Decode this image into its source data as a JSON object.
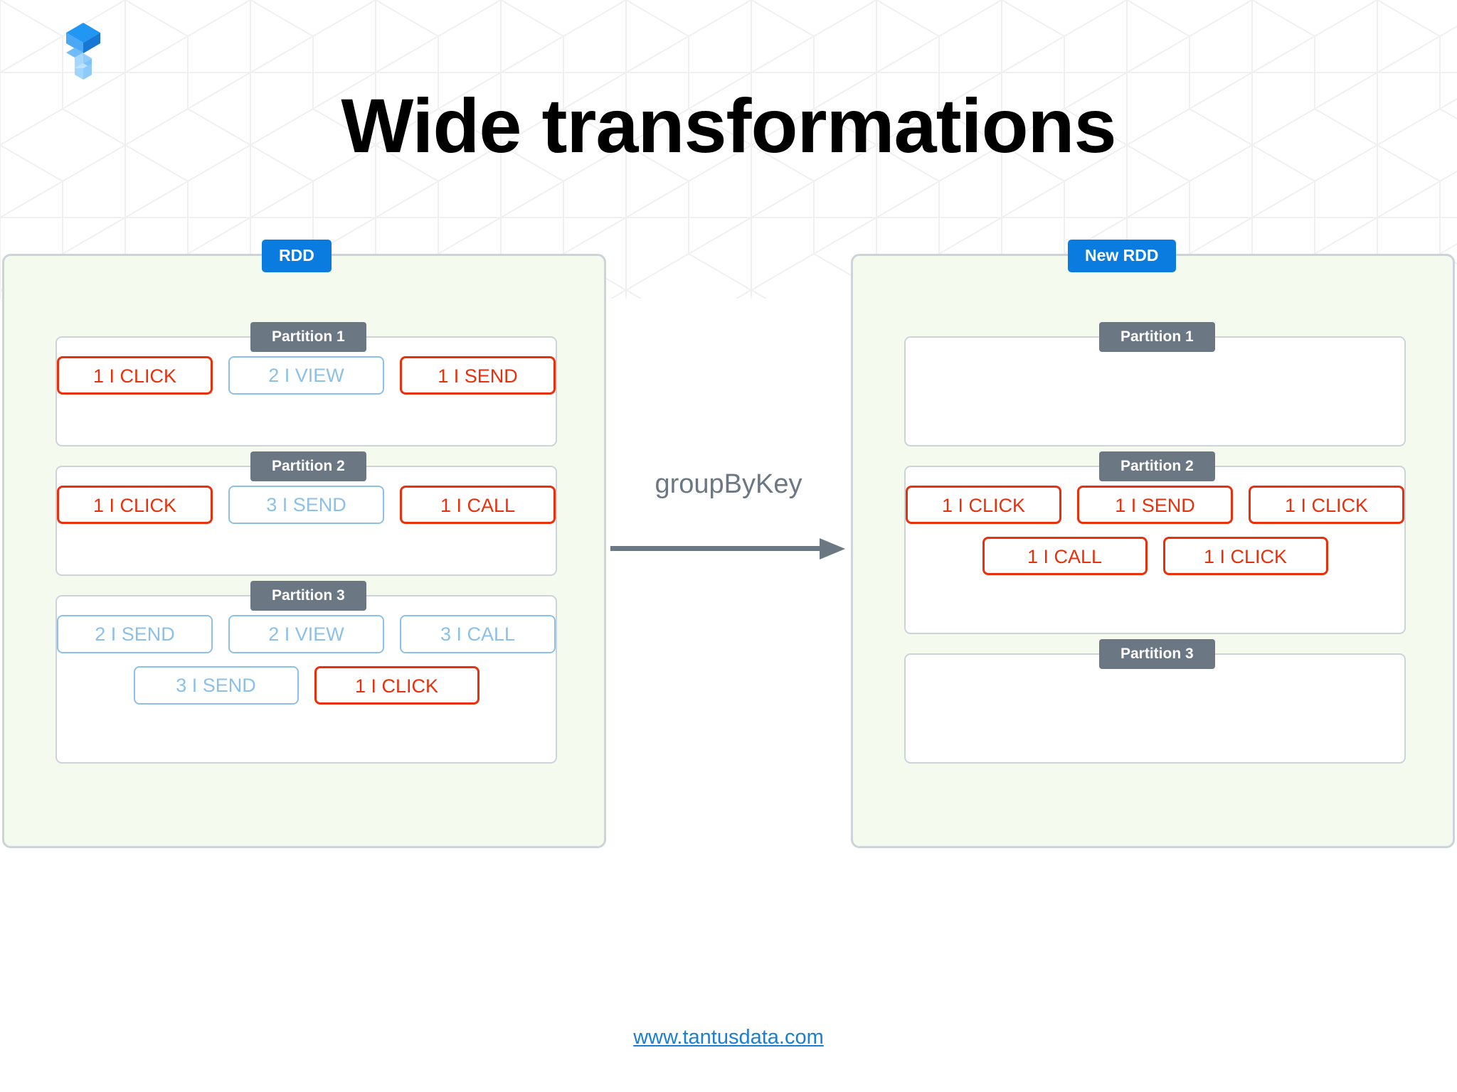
{
  "page": {
    "title": "Wide transformations",
    "footer_link": "www.tantusdata.com"
  },
  "colors": {
    "badge_blue": "#0a7ce0",
    "partition_gray": "#6b7883",
    "cell_red": "#e8310c",
    "cell_blue": "#8dc0e8",
    "panel_bg": "#f4fbee",
    "panel_border": "#ccd3d9",
    "arrow_gray": "#6b7883",
    "link_blue": "#1a7fd4"
  },
  "transform": {
    "label": "groupByKey",
    "arrow_icon": "arrow-right-icon"
  },
  "source_rdd": {
    "badge": "RDD",
    "partitions": [
      {
        "name": "Partition 1",
        "rows": [
          [
            {
              "text": "1 I CLICK",
              "color": "red"
            },
            {
              "text": "2 I VIEW",
              "color": "blue"
            },
            {
              "text": "1 I SEND",
              "color": "red"
            }
          ]
        ]
      },
      {
        "name": "Partition 2",
        "rows": [
          [
            {
              "text": "1 I CLICK",
              "color": "red"
            },
            {
              "text": "3 I SEND",
              "color": "blue"
            },
            {
              "text": "1 I CALL",
              "color": "red"
            }
          ]
        ]
      },
      {
        "name": "Partition 3",
        "rows": [
          [
            {
              "text": "2 I SEND",
              "color": "blue"
            },
            {
              "text": "2 I VIEW",
              "color": "blue"
            },
            {
              "text": "3 I CALL",
              "color": "blue"
            }
          ],
          [
            {
              "text": "3 I SEND",
              "color": "blue"
            },
            {
              "text": "1 I CLICK",
              "color": "red"
            }
          ]
        ]
      }
    ]
  },
  "target_rdd": {
    "badge": "New RDD",
    "partitions": [
      {
        "name": "Partition 1",
        "rows": []
      },
      {
        "name": "Partition 2",
        "rows": [
          [
            {
              "text": "1 I CLICK",
              "color": "red"
            },
            {
              "text": "1 I SEND",
              "color": "red"
            },
            {
              "text": "1 I CLICK",
              "color": "red"
            }
          ],
          [
            {
              "text": "1 I CALL",
              "color": "red"
            },
            {
              "text": "1 I CLICK",
              "color": "red"
            }
          ]
        ]
      },
      {
        "name": "Partition 3",
        "rows": []
      }
    ]
  }
}
